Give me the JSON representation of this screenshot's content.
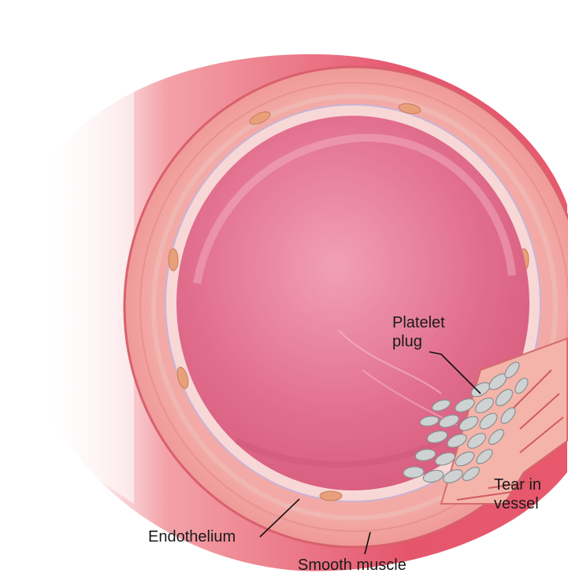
{
  "labels": {
    "platelet_plug": [
      "Platelet",
      "plug"
    ],
    "tear_in_vessel": [
      "Tear in",
      "vessel"
    ],
    "endothelium": "Endothelium",
    "smooth_muscle": "Smooth muscle"
  },
  "colors": {
    "vessel_outer": "#e8586e",
    "vessel_wall": "#f2a3a0",
    "lumen": "#e06a8a",
    "endothelium": "#f7d3d0",
    "platelet": "#c9cccc",
    "leader_line": "#111111"
  }
}
